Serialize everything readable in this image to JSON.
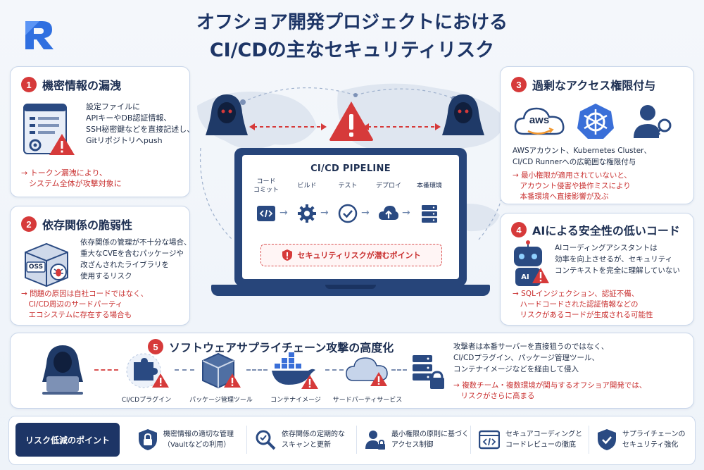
{
  "title": {
    "line1": "オフショア開発プロジェクトにおける",
    "line2": "CI/CDの主なセキュリティリスク"
  },
  "risks": [
    {
      "number": "1",
      "title": "機密情報の漏洩",
      "desc": [
        "設定ファイルに",
        "APIキーやDB認証情報、",
        "SSH秘密鍵などを直接記述し、",
        "Gitリポジトリへpush"
      ],
      "warn": [
        "→ トークン漏洩により、",
        "　システム全体が攻撃対象に"
      ]
    },
    {
      "number": "2",
      "title": "依存関係の脆弱性",
      "icon_text": "OSS",
      "desc": [
        "依存関係の管理が不十分な場合、",
        "重大なCVEを含むパッケージや",
        "改ざんされたライブラリを",
        "使用するリスク"
      ],
      "warn": [
        "→ 問題の原因は自社コードではなく、",
        "　CI/CD周辺のサードパーティ",
        "　エコシステムに存在する場合も"
      ]
    },
    {
      "number": "3",
      "title": "過剰なアクセス権限付与",
      "icon_text": "aws",
      "desc": [
        "AWSアカウント、Kubernetes Cluster、",
        "CI/CD Runnerへの広範囲な権限付与"
      ],
      "warn": [
        "→ 最小権限が適用されていないと、",
        "　アカウント侵害や操作ミスにより",
        "　本番環境へ直接影響が及ぶ"
      ]
    },
    {
      "number": "4",
      "title": "AIによる安全性の低いコード",
      "icon_text": "AI",
      "desc": [
        "AIコーディングアシスタントは",
        "効率を向上させるが、セキュリティ",
        "コンテキストを完全に理解していない"
      ],
      "warn": [
        "→ SQLインジェクション、認証不備、",
        "　ハードコードされた認証情報などの",
        "　リスクがあるコードが生成される可能性"
      ]
    },
    {
      "number": "5",
      "title": "ソフトウェアサプライチェーン攻撃の高度化",
      "desc": [
        "攻撃者は本番サーバーを直接狙うのではなく、",
        "CI/CDプラグイン、パッケージ管理ツール、",
        "コンテナイメージなどを経由して侵入"
      ],
      "warn": [
        "→ 複数チーム・複数環境が関与するオフショア開発では、",
        "　リスクがさらに高まる"
      ]
    }
  ],
  "supply_steps": [
    "CI/CDプラグイン",
    "パッケージ管理ツール",
    "コンテナイメージ",
    "サードパーティサービス"
  ],
  "pipeline": {
    "title": "CI/CD PIPELINE",
    "stages": [
      "コード\nコミット",
      "ビルド",
      "テスト",
      "デプロイ",
      "本番環境"
    ],
    "risk_label": "セキュリティリスクが潜むポイント"
  },
  "mitigation": {
    "label": "リスク低減のポイント",
    "items": [
      {
        "icon": "lock-shield-icon",
        "lines": [
          "機密情報の適切な管理",
          "（Vaultなどの利用）"
        ]
      },
      {
        "icon": "magnifier-icon",
        "lines": [
          "依存関係の定期的な",
          "スキャンと更新"
        ]
      },
      {
        "icon": "user-lock-icon",
        "lines": [
          "最小権限の原則に基づく",
          "アクセス制御"
        ]
      },
      {
        "icon": "code-window-icon",
        "lines": [
          "セキュアコーディングと",
          "コードレビューの徹底"
        ]
      },
      {
        "icon": "shield-check-icon",
        "lines": [
          "サプライチェーンの",
          "セキュリティ強化"
        ]
      }
    ]
  },
  "colors": {
    "navy": "#1d3566",
    "red": "#d63a3a",
    "blue": "#3a6fd8"
  }
}
